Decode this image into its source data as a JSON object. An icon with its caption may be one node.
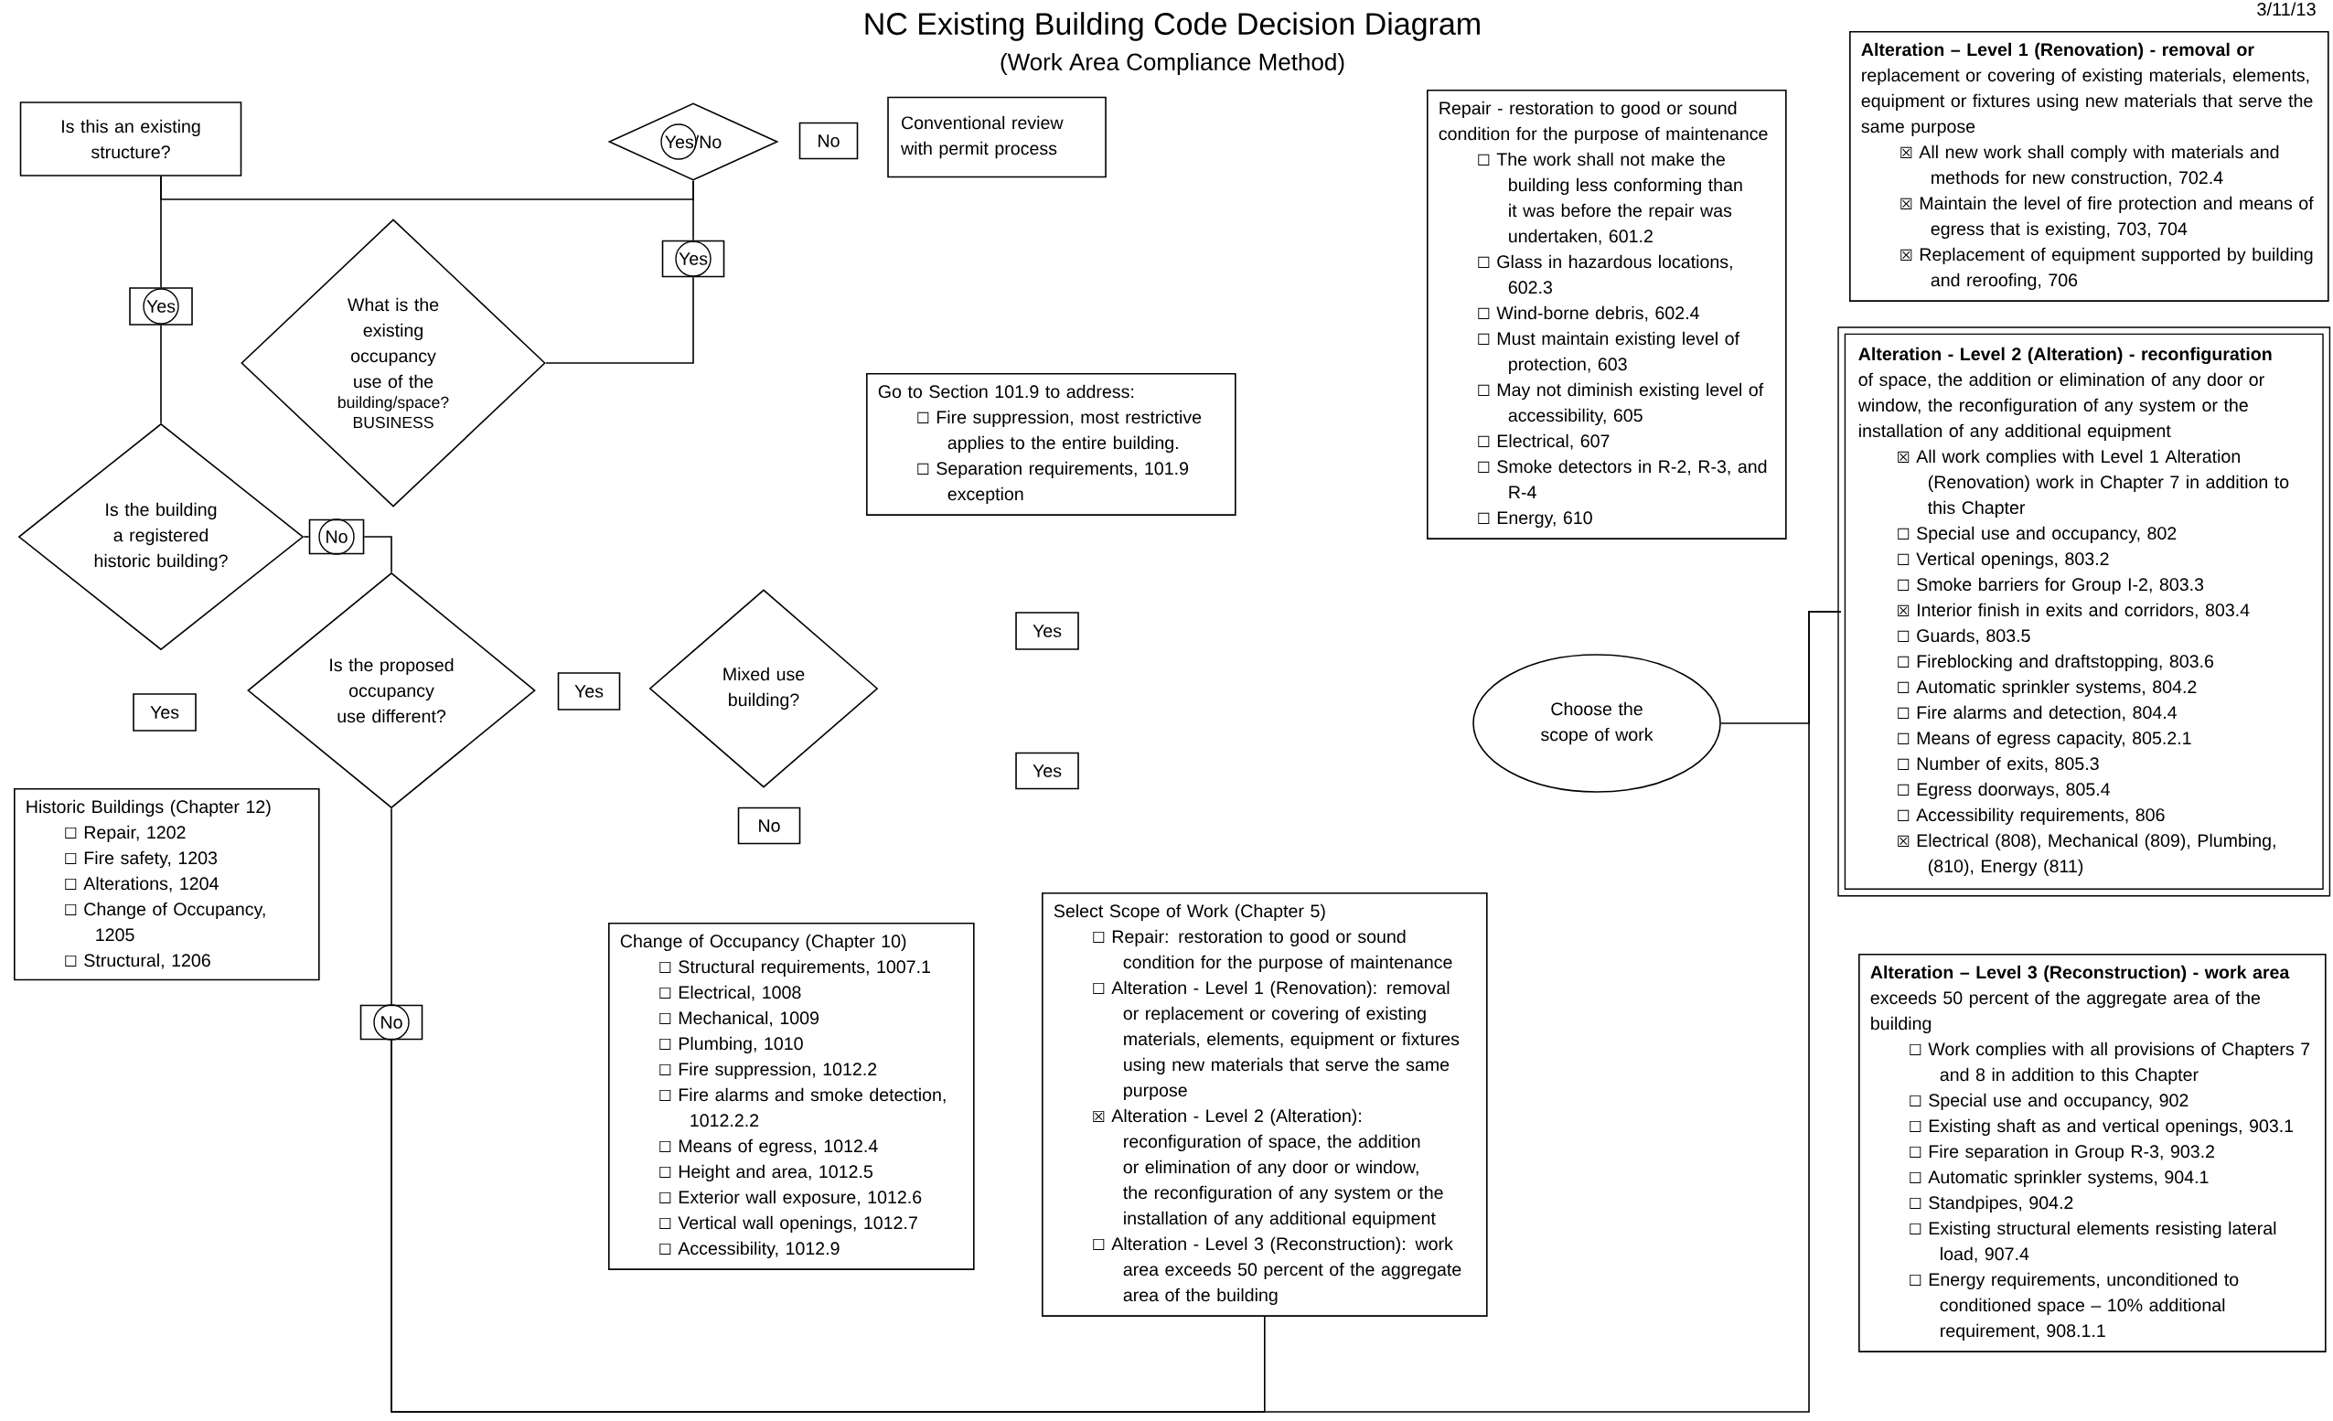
{
  "diagram": {
    "title": "NC Existing Building Code Decision Diagram",
    "nodes": [
      {
        "text": [
          "Is this an existing structure?"
        ]
      },
      {
        "text": [
          "Yes/No"
        ]
      },
      {
        "text": [
          "No"
        ]
      },
      {
        "text": [
          "Conventional review with permit process"
        ]
      },
      {
        "text": [
          "Yes"
        ]
      },
      {
        "text": [
          "Yes"
        ]
      },
      {
        "text": [
          "What is the existing occupancy use of the",
          "building/space? BUSINESS"
        ]
      },
      {
        "text": [
          "Is the building a registered historic building?"
        ]
      },
      {
        "text": [
          "No"
        ]
      },
      {
        "text": [
          "Is the proposed occupancy use different?"
        ]
      },
      {
        "text": [
          "Yes"
        ]
      },
      {
        "text": [
          "Yes"
        ]
      },
      {
        "text": [
          "Mixed use building?"
        ]
      },
      {
        "text": [
          "No"
        ]
      },
      {
        "text": [
          "Go to Section 101.9 to address:",
          "☐ Fire suppression, most restrictive applies to the entire building.",
          "☐ Separation requirements, 101.9 exception"
        ]
      },
      {
        "text": [
          "Yes"
        ]
      },
      {
        "text": [
          "Yes"
        ]
      },
      {
        "text": [
          "Historic Buildings (Chapter 12)",
          "☐ Repair, 1202",
          "☐ Fire safety, 1203",
          "☐ Alterations, 1204",
          "☐ Change of Occupancy, 1205",
          "☐ Structural, 1206"
        ]
      },
      {
        "text": [
          "No"
        ]
      },
      {
        "text": [
          "Change of Occupancy (Chapter 10)",
          "☐ Structural requirements, 1007.1",
          "☐ Electrical, 1008",
          "☐ Mechanical, 1009",
          "☐ Plumbing, 1010",
          "☐ Fire suppression, 1012.2",
          "☐ Fire alarms and smoke detection, 1012.2.2",
          "☐ Means of egress, 1012.4",
          "☐ Height and area, 1012.5",
          "☐ Exterior wall exposure, 1012.6",
          "☐ Vertical wall openings, 1012.7",
          "☐ Accessibility, 1012.9"
        ]
      },
      {
        "text": [
          "Select Scope of Work (Chapter 5)",
          "☐ Repair: restoration to good or sound condition for the purpose of maintenance",
          "☐ Alteration - Level 1 (Renovation): removal or replacement or covering of existing materials, elements, equipment or fixtures using new materials that serve the same purpose",
          "☒ Alteration - Level 2 (Alteration): reconfiguration of space, the addition or elimination of any door or window, the reconfiguration of any system or the installation of any additional equipment",
          "☐ Alteration - Level 3 (Reconstruction): work area exceeds 50 percent of the aggregate area of the building"
        ]
      },
      {
        "text": [
          "Repair - restoration to good or sound condition for the purpose of maintenance",
          "☐ The work shall not make the building less conforming than it was before the repair was undertaken, 601.2",
          "☐ Glass in hazardous locations, 602.3",
          "☐ Wind-borne debris, 602.4",
          "☐ Must maintain existing level of protection, 603",
          "☐ May not diminish existing level of accessibility, 605",
          "☐ Electrical, 607",
          "☐ Smoke detectors in R-2, R-3, and R-4",
          "☐ Energy, 610"
        ]
      },
      {
        "text": [
          "Choose the scope of work"
        ]
      },
      {
        "text": [
          "**Alteration – Level 1 (Renovation) - removal or** replacement or covering of existing materials, elements, equipment or fixtures using new materials that serve the same purpose",
          "☒ All new work shall comply with materials and methods for new construction, 702.4",
          "☒ Maintain the level of fire protection and means of egress that is existing, 703, 704",
          "☒ Replacement of equipment supported by building and reroofing, 706"
        ]
      },
      {
        "text": [
          "**Alteration - Level 2 (Alteration) - reconfiguration** of space, the addition or elimination of any door or window, the reconfiguration of any system or the installation of any additional equipment",
          "☒ All work complies with Level 1 Alteration (Renovation) work in Chapter 7 in addition to this Chapter",
          "☐ Special use and occupancy, 802",
          "☐ Vertical openings, 803.2",
          "☐ Smoke barriers for Group I-2, 803.3",
          "☒ Interior finish in exits and corridors, 803.4",
          "☐ Guards, 803.5",
          "☐ Fireblocking and draftstopping, 803.6",
          "☐ Automatic sprinkler systems, 804.2",
          "☐ Fire alarms and detection, 804.4",
          "☐ Means of egress capacity, 805.2.1",
          "☐ Number of exits, 805.3",
          "☐ Egress doorways, 805.4",
          "☐ Accessibility requirements, 806",
          "☒ Electrical (808), Mechanical (809), Plumbing, (810), Energy (811)"
        ]
      },
      {
        "text": [
          "**Alteration – Level 3 (Reconstruction) - work area** exceeds 50 percent of the aggregate area of the building",
          "☐ Work complies with all provisions of Chapters 7 and 8 in addition to this Chapter",
          "☐ Special use and occupancy, 902",
          "☐ Existing shaft as and vertical openings, 903.1",
          "☐ Fire separation in Group R-3, 903.2",
          "☐ Automatic sprinkler systems, 904.1",
          "☐ Standpipes, 904.2",
          "☐ Existing structural elements resisting lateral load, 907.4",
          "☐ Energy requirements, unconditioned to conditioned space – 10% additional requirement, 908.1.1"
        ]
      }
    ],
    "edges": [
      {
        "from": 0,
        "to": 4,
        "arrow": "none"
      },
      {
        "from": 4,
        "to": 7,
        "arrow": "none"
      },
      {
        "from": 0,
        "to": 1,
        "arrow": "none"
      },
      {
        "from": 1,
        "to": 5,
        "arrow": "none"
      },
      {
        "from": 5,
        "to": 6,
        "arrow": "none"
      },
      {
        "from": 7,
        "to": 8,
        "arrow": "none"
      },
      {
        "from": 8,
        "to": 9,
        "arrow": "none"
      },
      {
        "from": 9,
        "to": 18,
        "arrow": "none"
      },
      {
        "from": 18,
        "to": 20,
        "arrow": "none"
      },
      {
        "from": 18,
        "to": 24,
        "arrow": "none"
      },
      {
        "from": 22,
        "to": 24,
        "arrow": "none"
      }
    ],
    "labels": [
      "(Work Area Compliance Method)",
      "3/11/13"
    ]
  }
}
